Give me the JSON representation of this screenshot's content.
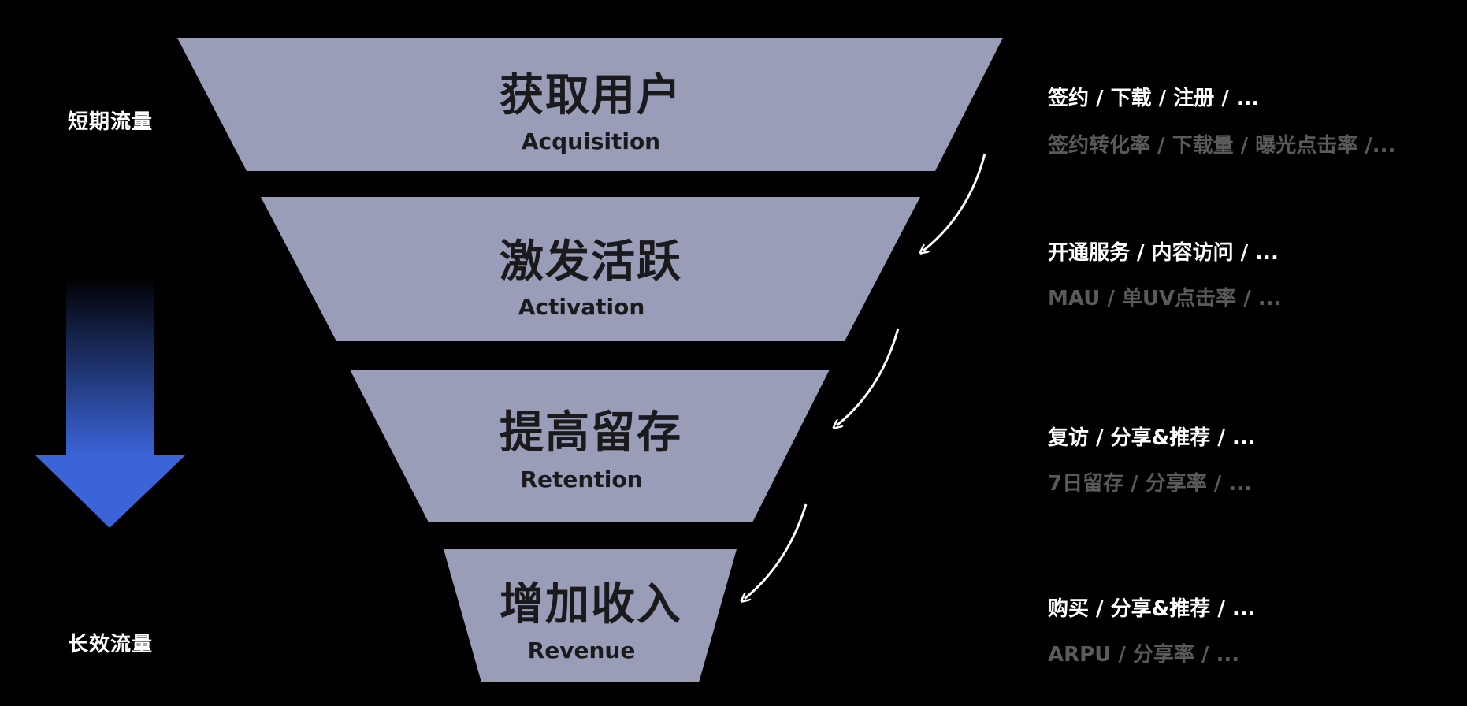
{
  "colors": {
    "background": "#000000",
    "funnel_fill": "#9a9db8",
    "stage_text": "#1a1a1c",
    "primary_metric": "#ffffff",
    "secondary_metric": "#5a5a5d",
    "arrow_gradient_top": "#000000",
    "arrow_gradient_bottom": "#3b64d8"
  },
  "side_labels": {
    "short_term": "短期流量",
    "long_term": "长效流量"
  },
  "stages": [
    {
      "title": "获取用户",
      "subtitle": "Acquisition",
      "primary_metrics": "签约 / 下载 / 注册 / ...",
      "secondary_metrics": "签约转化率 / 下载量 / 曝光点击率 /..."
    },
    {
      "title": "激发活跃",
      "subtitle": "Activation",
      "primary_metrics": "开通服务 / 内容访问 / ...",
      "secondary_metrics": "MAU / 单UV点击率 / ..."
    },
    {
      "title": "提高留存",
      "subtitle": "Retention",
      "primary_metrics": "复访 / 分享&推荐 / ...",
      "secondary_metrics": "7日留存 / 分享率 / ..."
    },
    {
      "title": "增加收入",
      "subtitle": "Revenue",
      "primary_metrics": "购买 / 分享&推荐 / ...",
      "secondary_metrics": "ARPU / 分享率 / ..."
    }
  ],
  "icons": {
    "flow_arrow": "curved-arrow-icon",
    "direction_arrow": "down-arrow-icon"
  }
}
